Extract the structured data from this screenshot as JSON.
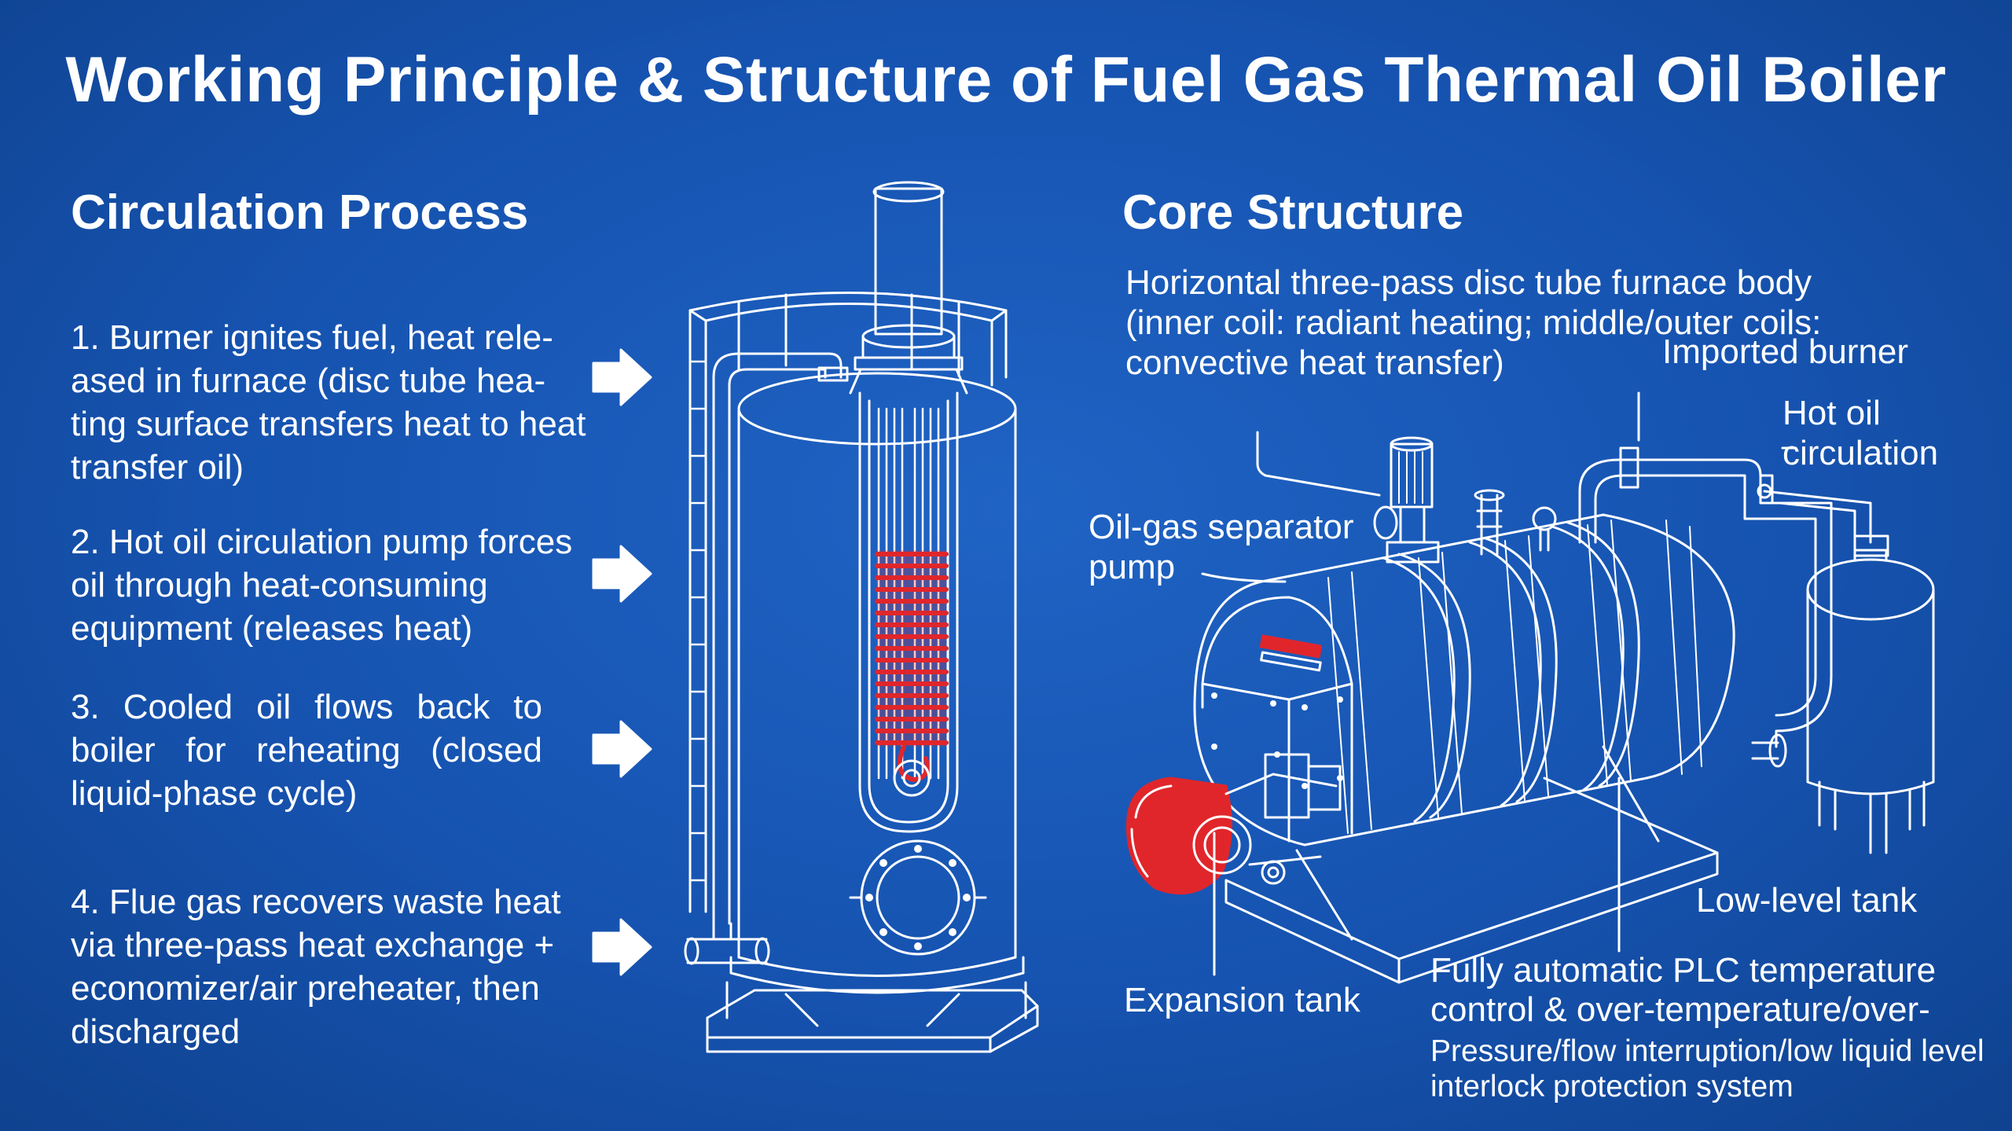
{
  "title": "Working Principle & Structure of Fuel Gas Thermal Oil Boiler",
  "left_section": {
    "heading": "Circulation Process",
    "steps": [
      "1. Burner ignites fuel, heat rele-ased in furnace (disc tube hea-ting surface transfers heat to heat transfer oil)",
      "2. Hot oil circulation pump forces oil through heat-consuming equipment (releases heat)",
      "3. Cooled oil flows back to boiler for reheating (closed liquid-phase cycle)",
      "4. Flue gas recovers waste heat via three-pass heat exchange + economizer/air preheater, then discharged"
    ]
  },
  "right_section": {
    "heading": "Core Structure",
    "labels": {
      "furnace_body": "Horizontal three-pass disc tube furnace body (inner coil: radiant heating; middle/outer coils: convective heat transfer)",
      "imported_burner": "Imported burner",
      "hot_oil_circulation": "Hot oil circulation",
      "separator_pump": "Oil-gas separator pump",
      "low_level_tank": "Low-level tank",
      "expansion_tank": "Expansion tank",
      "plc_control_line1": "Fully automatic PLC temperature control & over-temperature/over-",
      "plc_control_line2": "Pressure/flow interruption/low liquid level interlock protection system"
    }
  },
  "colors": {
    "background": "#1653b0",
    "line": "#ffffff",
    "accent": "#e0262b"
  },
  "icons": [
    "arrow-right-icon"
  ]
}
